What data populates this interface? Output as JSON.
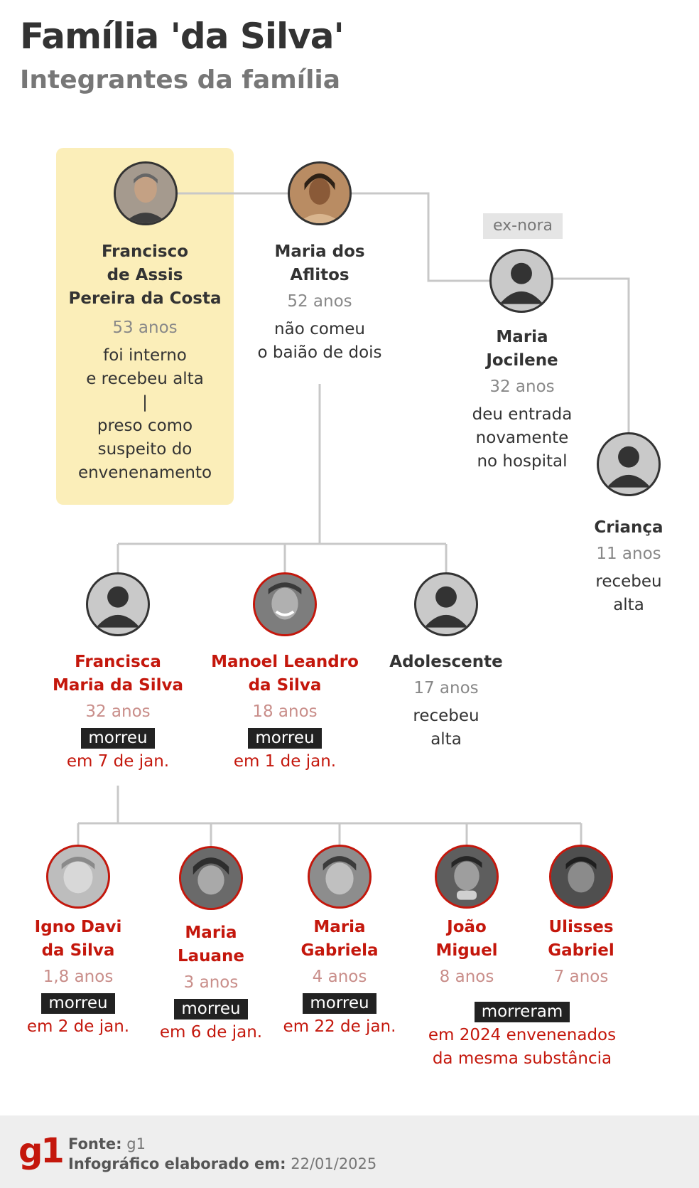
{
  "header": {
    "title": "Família 'da Silva'",
    "subtitle": "Integrantes da família"
  },
  "tag": "ex-nora",
  "people": {
    "francisco_assis": {
      "name": "Francisco\nde Assis\nPereira da Costa",
      "age": "53 anos",
      "note": "foi interno\ne recebeu alta\n|\npreso como\nsuspeito do\nenvenenamento"
    },
    "maria_aflitos": {
      "name": "Maria dos\nAflitos",
      "age": "52 anos",
      "note": "não comeu\no baião de dois"
    },
    "maria_jocilene": {
      "name": "Maria\nJocilene",
      "age": "32 anos",
      "note": "deu entrada\nnovamente\nno hospital"
    },
    "crianca": {
      "name": "Criança",
      "age": "11 anos",
      "note": "recebeu\nalta"
    },
    "francisca": {
      "name": "Francisca\nMaria da Silva",
      "age": "32 anos",
      "status": "morreu",
      "date": "em 7 de jan."
    },
    "manoel": {
      "name": "Manoel Leandro\nda Silva",
      "age": "18 anos",
      "status": "morreu",
      "date": "em 1 de jan."
    },
    "adolescente": {
      "name": "Adolescente",
      "age": "17 anos",
      "note": "recebeu\nalta"
    },
    "igno": {
      "name": "Igno Davi\nda Silva",
      "age": "1,8 anos",
      "status": "morreu",
      "date": "em 2 de jan."
    },
    "lauane": {
      "name": "Maria\nLauane",
      "age": "3 anos",
      "status": "morreu",
      "date": "em 6 de jan."
    },
    "gabriela": {
      "name": "Maria\nGabriela",
      "age": "4 anos",
      "status": "morreu",
      "date": "em 22 de jan."
    },
    "joao": {
      "name": "João\nMiguel",
      "age": "8 anos"
    },
    "ulisses": {
      "name": "Ulisses\nGabriel",
      "age": "7 anos"
    },
    "joao_ulisses": {
      "status": "morreram",
      "date": "em 2024 envenenados\nda mesma substância"
    }
  },
  "footer": {
    "logo": "g1",
    "source_label": "Fonte:",
    "source_value": "g1",
    "made_label": "Infográfico elaborado em:",
    "made_value": "22/01/2025"
  },
  "colors": {
    "accent_red": "#c4170c",
    "highlight": "#fbeeb9",
    "text_dark": "#333333",
    "text_gray": "#888888"
  }
}
